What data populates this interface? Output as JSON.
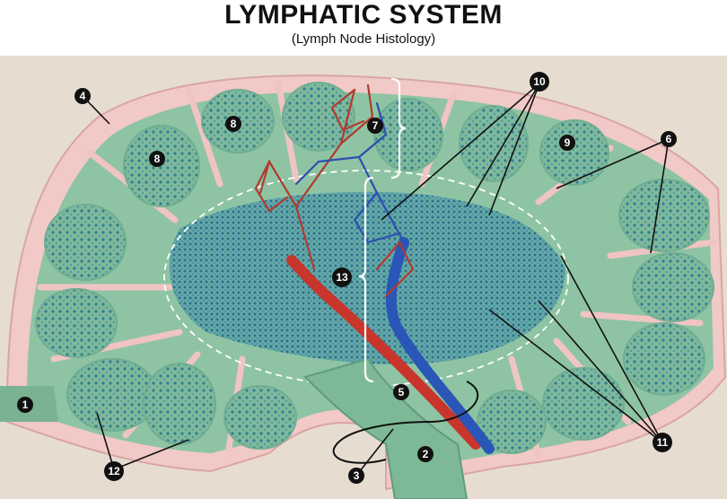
{
  "header": {
    "title": "LYMPHATIC SYSTEM",
    "subtitle": "(Lymph Node Histology)"
  },
  "callouts": [
    "1",
    "2",
    "3",
    "4",
    "5",
    "6",
    "7",
    "8",
    "9",
    "10",
    "11",
    "12",
    "13"
  ],
  "colors": {
    "background": "#e6dccf",
    "capsule": "#f0c8c6",
    "tissue": "#8fc5a4",
    "follicle": "#3f8fa0",
    "artery": "#c8352c",
    "vein": "#2a56b8"
  }
}
